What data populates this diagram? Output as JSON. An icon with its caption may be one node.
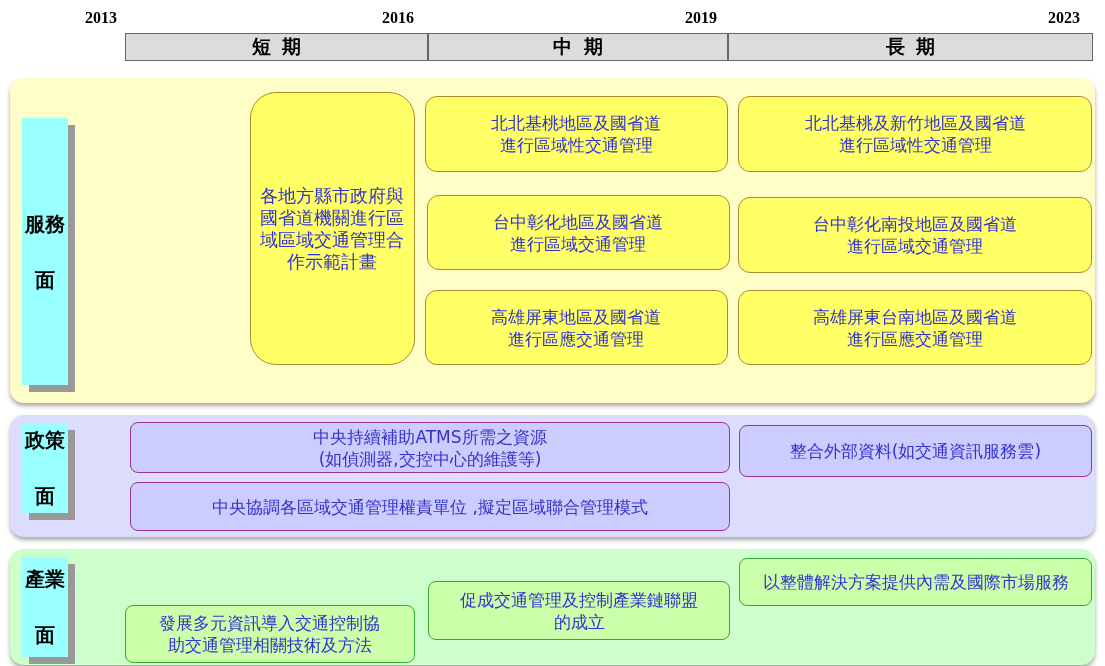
{
  "diagram": {
    "nodes": [
      {
        "text": [
          "短期"
        ]
      },
      {
        "text": [
          "中期"
        ]
      },
      {
        "text": [
          "長期"
        ]
      },
      {
        "text": [
          "服務面"
        ]
      },
      {
        "text": [
          "各地方縣市政府與國省道機關進行區域區域交通管理合作示範計畫"
        ],
        "in": 3
      },
      {
        "text": [
          "北北基桃地區及國省道進行區域性交通管理"
        ],
        "in": 3
      },
      {
        "text": [
          "北北基桃及新竹地區及國省道進行區域性交通管理"
        ],
        "in": 3
      },
      {
        "text": [
          "台中彰化地區及國省道進行區域交通管理"
        ],
        "in": 3
      },
      {
        "text": [
          "台中彰化南投地區及國省道進行區域交通管理"
        ],
        "in": 3
      },
      {
        "text": [
          "高雄屏東地區及國省道進行區應交通管理"
        ],
        "in": 3
      },
      {
        "text": [
          "高雄屏東台南地區及國省道進行區應交通管理"
        ],
        "in": 3
      },
      {
        "text": [
          "政策面"
        ]
      },
      {
        "text": [
          "中央持續補助ATMS所需之資源(如偵測器,交控中心的維護等)"
        ],
        "in": 11
      },
      {
        "text": [
          "整合外部資料(如交通資訊服務雲)"
        ],
        "in": 11
      },
      {
        "text": [
          "中央協調各區域交通管理權責單位 ,擬定區域聯合管理模式"
        ],
        "in": 11
      },
      {
        "text": [
          "產業面"
        ]
      },
      {
        "text": [
          "以整體解決方案提供內需及國際市場服務"
        ],
        "in": 15
      },
      {
        "text": [
          "促成交通管理及控制產業鏈聯盟的成立"
        ],
        "in": 15
      },
      {
        "text": [
          "發展多元資訊導入交通控制協助交通管理相關技術及方法"
        ],
        "in": 15
      }
    ],
    "edges": [],
    "labels": [
      "2013",
      "2016",
      "2019",
      "2023"
    ]
  }
}
